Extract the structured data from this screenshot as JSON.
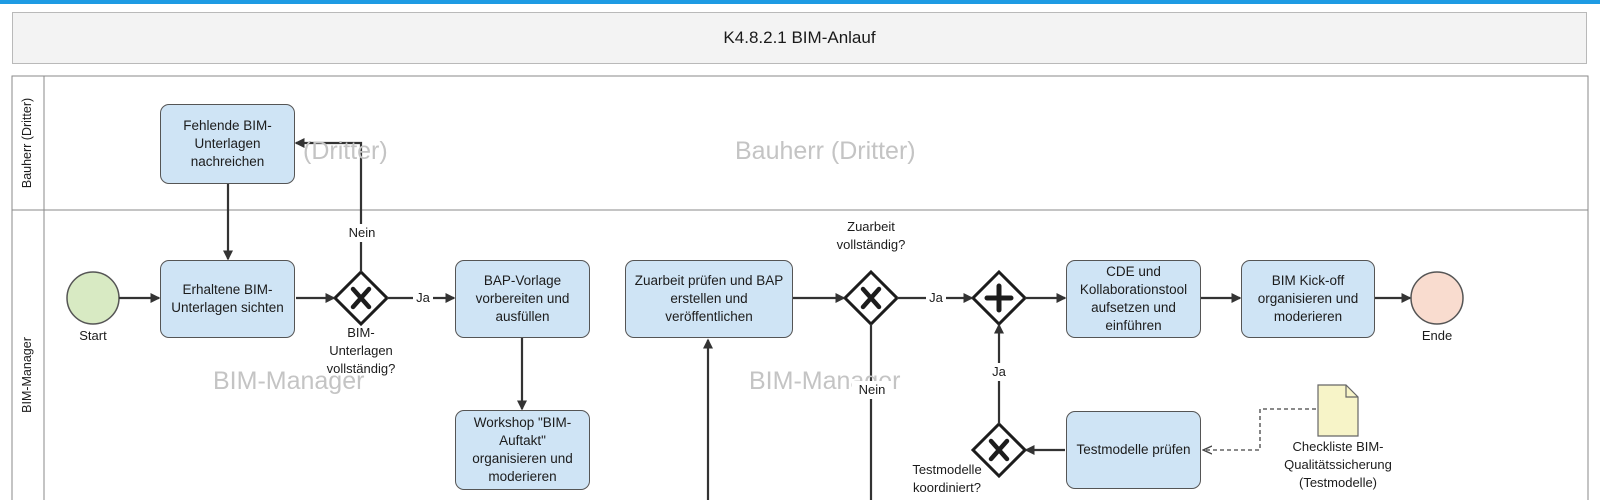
{
  "title": "K4.8.2.1 BIM-Anlauf",
  "lanes": {
    "bauherr": {
      "label": "Bauherr (Dritter)",
      "watermark": "Bauherr (Dritter)",
      "watermark_partial": "(Dritter)"
    },
    "bim": {
      "label": "BIM-Manager",
      "watermark": "BIM-Manager"
    }
  },
  "events": {
    "start": "Start",
    "end": "Ende"
  },
  "tasks": {
    "fehlende": "Fehlende BIM-Unterlagen nachreichen",
    "erhaltene": "Erhaltene BIM-Unterlagen sichten",
    "bap_vorlage": "BAP-Vorlage vorbereiten und ausfüllen",
    "workshop": "Workshop \"BIM-Auftakt\" organisieren und moderieren",
    "zuarbeit": "Zuarbeit prüfen und BAP erstellen und veröffentlichen",
    "cde": "CDE und Kollaborationstool aufsetzen und einführen",
    "kickoff": "BIM Kick-off organisieren und moderieren",
    "testmodelle": "Testmodelle prüfen"
  },
  "gateways": {
    "g1": "BIM-Unterlagen vollständig?",
    "g2": "Zuarbeit vollständig?",
    "g3": "Testmodelle koordiniert?"
  },
  "flow_labels": {
    "ja": "Ja",
    "nein": "Nein"
  },
  "artifact": {
    "checkliste": "Checkliste BIM-Qualitätssicherung (Testmodelle)"
  },
  "colors": {
    "task_fill": "#cfe4f5",
    "start_fill": "#d8eac3",
    "end_fill": "#f9dccf",
    "accent": "#1e9be3",
    "doc_fill": "#f7f4c8"
  }
}
